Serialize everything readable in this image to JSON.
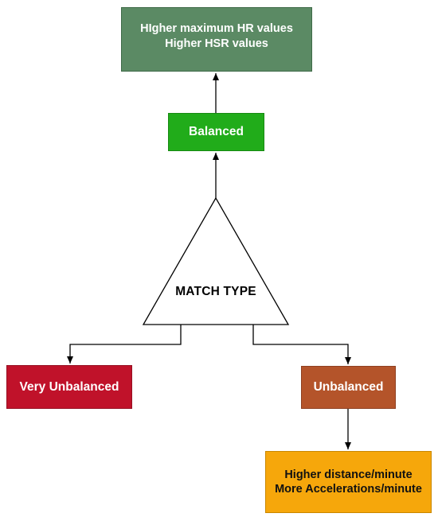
{
  "nodes": {
    "top_outcome": {
      "lines": [
        "HIgher maximum HR values",
        "Higher HSR values"
      ],
      "color": "#5b8a64"
    },
    "balanced": {
      "label": "Balanced",
      "color": "#21ac1a"
    },
    "match_type": {
      "label": "MATCH TYPE",
      "shape": "triangle"
    },
    "very_unbalanced": {
      "label": "Very Unbalanced",
      "color": "#c0122a"
    },
    "unbalanced": {
      "label": "Unbalanced",
      "color": "#b4542a"
    },
    "bottom_outcome": {
      "lines": [
        "Higher distance/minute",
        "More Accelerations/minute"
      ],
      "color": "#f6a70b"
    }
  },
  "edges": [
    {
      "from": "match_type",
      "to": "balanced"
    },
    {
      "from": "balanced",
      "to": "top_outcome"
    },
    {
      "from": "match_type",
      "to": "very_unbalanced"
    },
    {
      "from": "match_type",
      "to": "unbalanced"
    },
    {
      "from": "unbalanced",
      "to": "bottom_outcome"
    }
  ]
}
